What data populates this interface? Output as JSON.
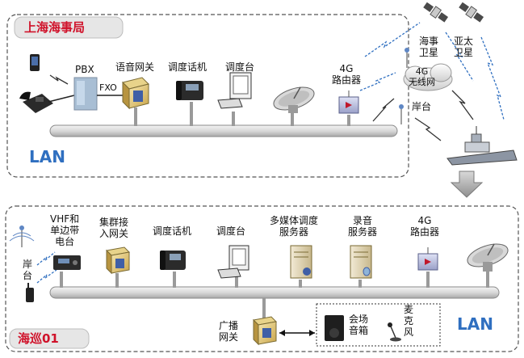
{
  "top_section": {
    "title": "上海海事局",
    "lan": "LAN",
    "pbx": "PBX",
    "fxo": "FXO",
    "voice_gateway": "语音网关",
    "dispatch_phone": "调度话机",
    "dispatch_console": "调度台",
    "router_4g": "4G\n路由器"
  },
  "middle": {
    "sat1": "海事\n卫星",
    "sat2": "亚太\n卫星",
    "wireless_net": "4G\n无线网",
    "shore": "岸台"
  },
  "bottom_section": {
    "title": "海巡01",
    "lan": "LAN",
    "vhf": "VHF和\n单边带\n电台",
    "shore": "岸\n台",
    "trunk_gateway": "集群接\n入网关",
    "dispatch_phone": "调度话机",
    "dispatch_console": "调度台",
    "multimedia_server": "多媒体调度\n服务器",
    "recording_server": "录音\n服务器",
    "router_4g": "4G\n路由器",
    "broadcast_gateway": "广播\n网关",
    "venue_speaker": "会场\n音箱",
    "microphone": "麦\n克\n风"
  }
}
